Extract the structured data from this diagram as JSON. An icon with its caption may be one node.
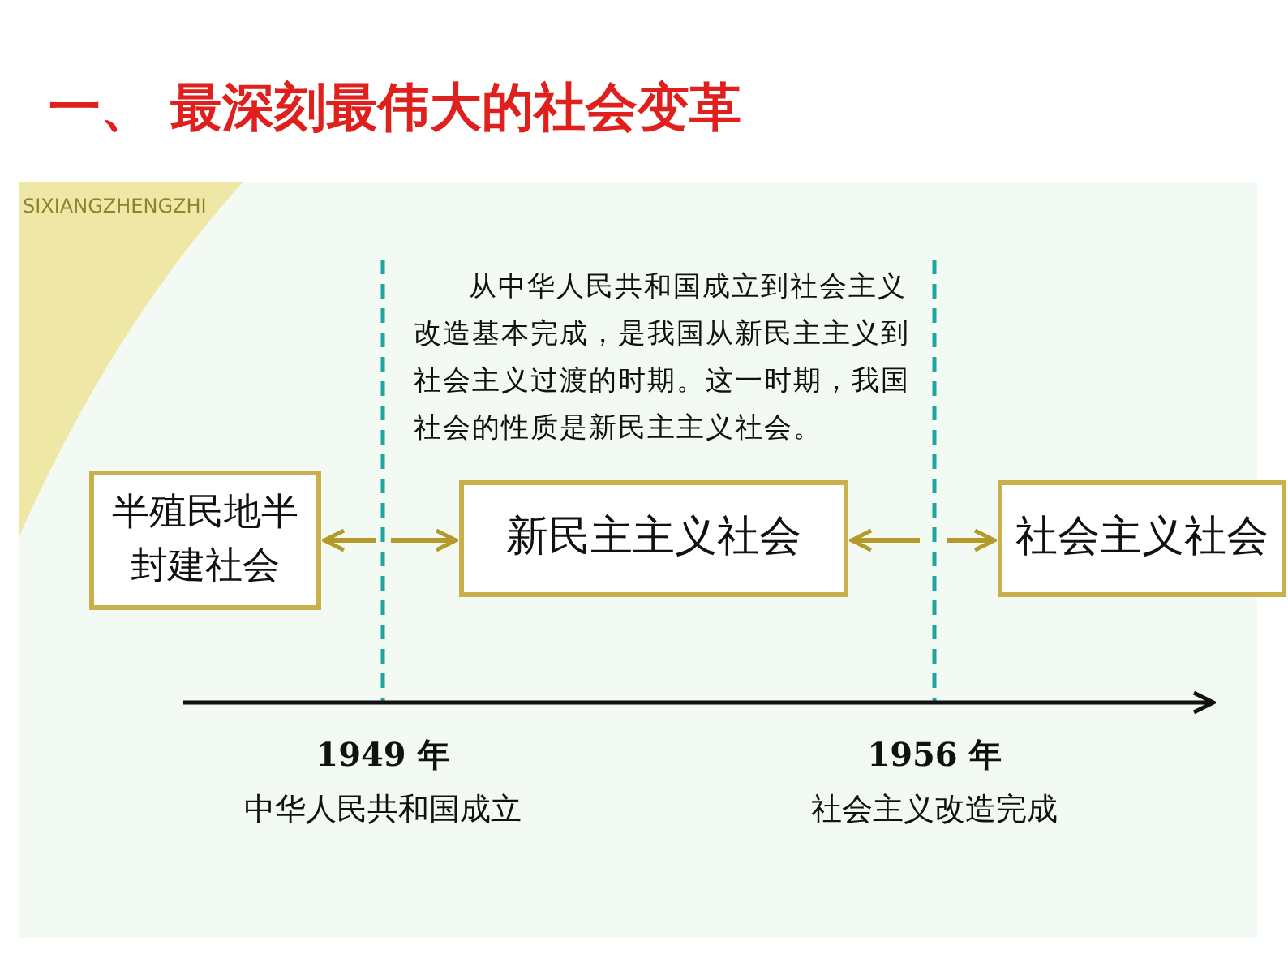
{
  "diagram": {
    "title": "一、 最深刻最伟大的社会变革",
    "nodes": [
      {
        "text": [
          "半殖民地半封建社会"
        ]
      },
      {
        "text": [
          "新民主主义社会"
        ]
      },
      {
        "text": [
          "社会主义社会"
        ]
      }
    ],
    "edges": [
      {
        "from": null,
        "to": 0,
        "arrow": "to"
      },
      {
        "from": null,
        "to": 1,
        "arrow": "to"
      },
      {
        "from": null,
        "to": 1,
        "arrow": "to"
      },
      {
        "from": null,
        "to": 2,
        "arrow": "to"
      }
    ],
    "labels": [
      "SIXIANGZHENGZHI",
      "从中华人民共和国成立到社会主义改造基本完成，是我国从新民主主义到社会主义过渡的时期。这一时期，我国社会的性质是新民主主义社会。",
      "1949 年",
      "中华人民共和国成立",
      "1956 年",
      "社会主义改造完成"
    ]
  }
}
